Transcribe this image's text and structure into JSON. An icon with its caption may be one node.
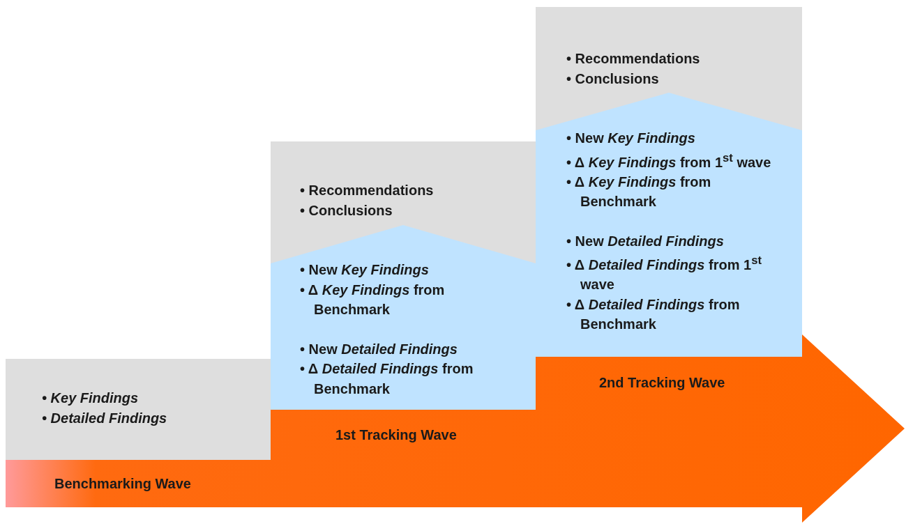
{
  "diagram": {
    "nodes": [
      {
        "text": [
          "• Key Findings",
          "• Detailed Findings"
        ]
      },
      {
        "text": [
          "• Recommendations",
          "• Conclusions"
        ]
      },
      {
        "text": [
          "• New *Key Findings*",
          "• Δ *Key Findings* from Benchmark",
          "• New *Detailed Findings*",
          "• Δ *Detailed Findings* from Benchmark"
        ]
      },
      {
        "text": [
          "• Recommendations",
          "• Conclusions"
        ]
      },
      {
        "text": [
          "• New *Key Findings*",
          "• Δ *Key Findings* from 1$^{st}$ wave",
          "• Δ *Key Findings* from Benchmark",
          "• New *Detailed Findings*",
          "• Δ *Detailed Findings* from 1$^{st}$ wave",
          "• Δ *Detailed Findings* from Benchmark"
        ]
      },
      {
        "text": [
          "Benchmarking Wave",
          "1st Tracking Wave",
          "2nd Tracking Wave"
        ]
      }
    ]
  }
}
